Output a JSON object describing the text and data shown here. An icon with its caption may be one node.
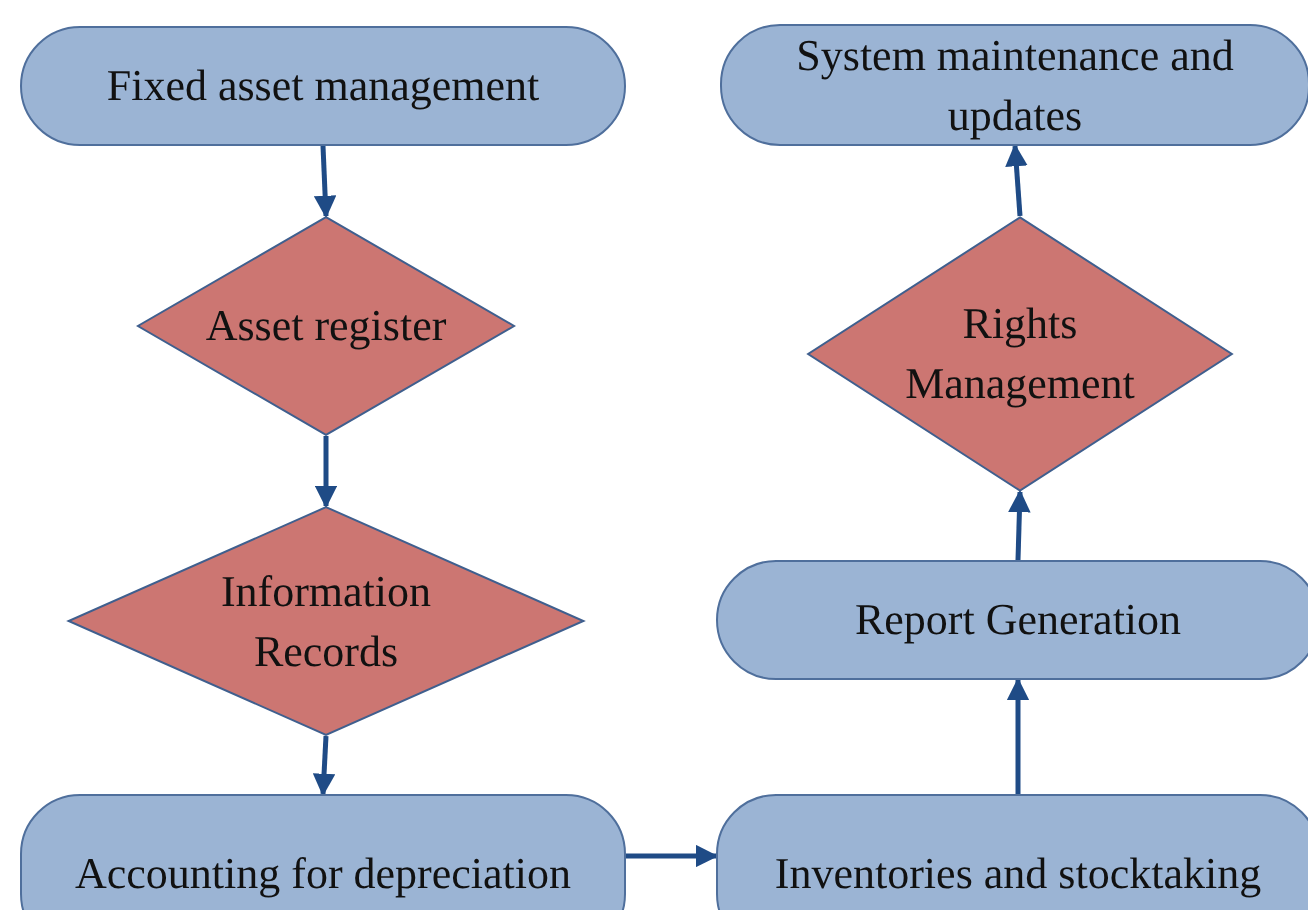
{
  "diagram": {
    "nodes": [
      {
        "text": [
          "Fixed asset management"
        ]
      },
      {
        "text": [
          "Asset register"
        ]
      },
      {
        "text": [
          "Information Records"
        ]
      },
      {
        "text": [
          "Accounting for depreciation"
        ]
      },
      {
        "text": [
          "Inventories and stocktaking"
        ]
      },
      {
        "text": [
          "Report Generation"
        ]
      },
      {
        "text": [
          "Rights Management"
        ]
      },
      {
        "text": [
          "System maintenance and updates"
        ]
      }
    ],
    "edges": [
      {
        "from": 0,
        "to": 1,
        "arrow": "to"
      },
      {
        "from": 1,
        "to": 2,
        "arrow": "to"
      },
      {
        "from": 2,
        "to": 3,
        "arrow": "to"
      },
      {
        "from": 3,
        "to": 4,
        "arrow": "to"
      },
      {
        "from": 4,
        "to": 5,
        "arrow": "to"
      },
      {
        "from": 5,
        "to": 6,
        "arrow": "to"
      },
      {
        "from": 6,
        "to": 7,
        "arrow": "to"
      }
    ]
  }
}
